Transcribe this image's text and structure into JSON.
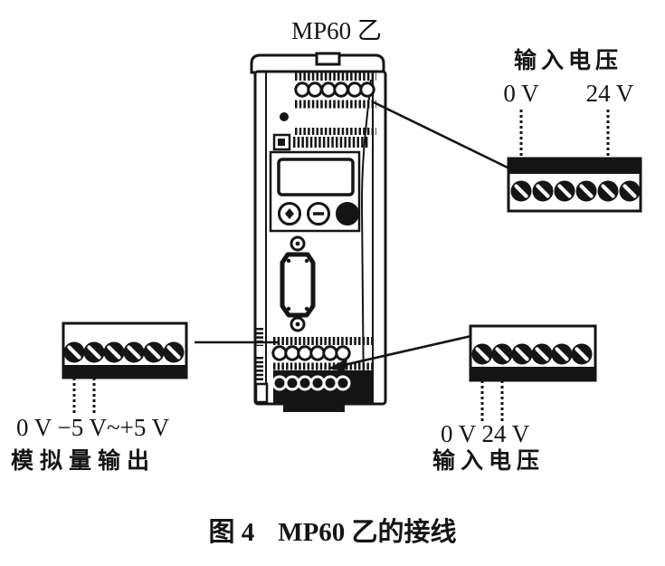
{
  "colors": {
    "ink": "#151515",
    "paper": "#ffffff"
  },
  "device": {
    "name_label": "MP60 乙"
  },
  "annotations": {
    "top_right": {
      "title": "输入电压",
      "pin_left": "0 V",
      "pin_right": "24 V"
    },
    "left": {
      "pins": "0 V −5 V~+5 V",
      "title": "模拟量输出"
    },
    "bottom_right": {
      "pins": "0 V 24 V",
      "title": "输入电压"
    }
  },
  "caption": {
    "figure_no": "图 4",
    "title": "MP60 乙的接线"
  }
}
